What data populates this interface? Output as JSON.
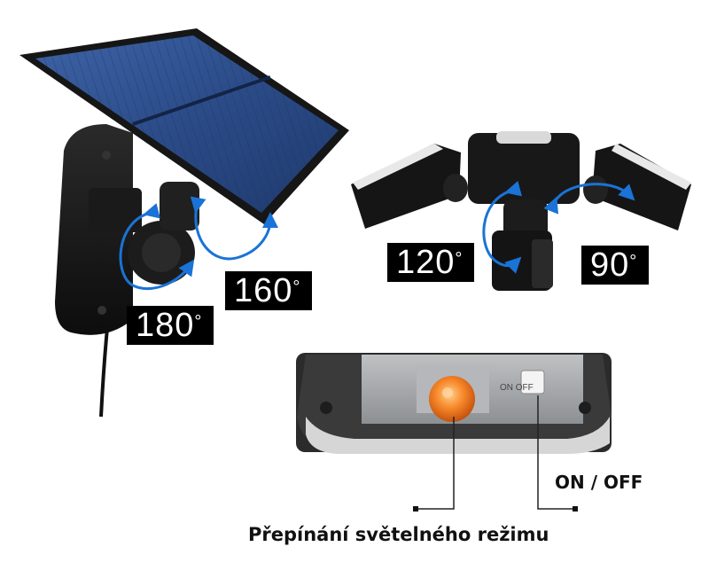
{
  "rotation_labels": {
    "left_panel_base": "180",
    "left_panel_hinge": "160",
    "lamp_center": "120",
    "lamp_side": "90",
    "degree_mark": "°"
  },
  "switch": {
    "switch_text": "ON  OFF",
    "onoff_caption": "ON / OFF",
    "mode_caption": "Přepínání světelného režimu"
  },
  "colors": {
    "arrow_blue": "#1a73d6",
    "mode_button_orange": "#f07a1a",
    "panel_blue": "#2f4f86",
    "housing_black": "#161616"
  }
}
